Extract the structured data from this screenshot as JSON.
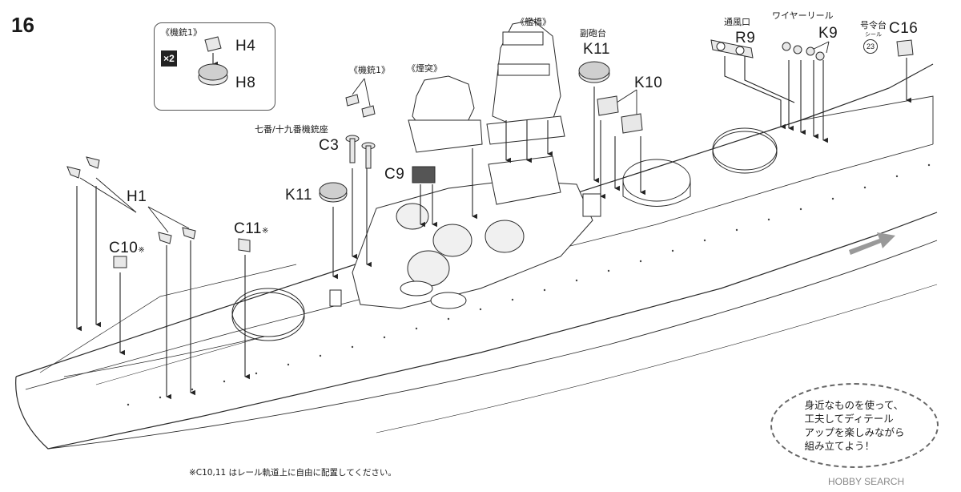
{
  "step": {
    "number": "16"
  },
  "inset": {
    "title": "《機銃1》",
    "multiplier": "×2",
    "part_top": "H4",
    "part_bottom": "H8"
  },
  "labels": {
    "h1": "H1",
    "c10": "C10",
    "c10_mark": "※",
    "c11": "C11",
    "c11_mark": "※",
    "k11_left": "K11",
    "c3_caption": "七番/十九番機銃座",
    "c3": "C3",
    "kiju_caption": "《機銃1》",
    "funnel_caption": "《煙突》",
    "c9": "C9",
    "bridge_caption": "《艦橋》",
    "secondary_caption": "副砲台",
    "k11_right": "K11",
    "k10": "K10",
    "vent_caption": "通風口",
    "r9": "R9",
    "wire_caption": "ワイヤーリール",
    "k9": "K9",
    "gouredai_caption": "号令台",
    "seal_caption": "シール",
    "seal_number": "23",
    "c16": "C16"
  },
  "tip": {
    "lines": [
      "身近なものを使って、",
      "工夫してディテール",
      "アップを楽しみながら",
      "組み立てよう！"
    ]
  },
  "footnote": "※C10,11 はレール軌道上に自由に配置してください。",
  "watermark": "HOBBY SEARCH",
  "colors": {
    "line": "#2a2a2a",
    "hull_fill": "#ffffff",
    "part_fill": "#e8e8e8",
    "dark_part": "#555555",
    "arrow_grey": "#999999"
  }
}
